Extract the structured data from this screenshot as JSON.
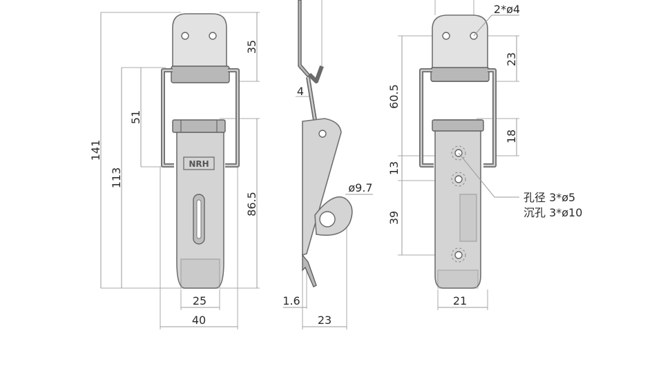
{
  "front_view": {
    "dim_141": "141",
    "dim_113": "113",
    "dim_51": "51",
    "dim_35": "35",
    "dim_86_5": "86.5",
    "dim_25": "25",
    "dim_40": "40",
    "logo_text": "NRH"
  },
  "side_view": {
    "dim_4": "4",
    "dim_9_7": "ø9.7",
    "dim_1_6": "1.6",
    "dim_23": "23"
  },
  "back_view": {
    "dim_2x4": "2*ø4",
    "dim_23": "23",
    "dim_60_5": "60.5",
    "dim_18": "18",
    "dim_13": "13",
    "dim_39": "39",
    "dim_21": "21",
    "note_line1": "孔径 3*ø5",
    "note_line2": "沉孔 3*ø10"
  },
  "colors": {
    "metal": "#d4d4d4",
    "outline": "#6f6f6f",
    "dimension_line": "#9a9a9a",
    "text": "#2b2b2b"
  }
}
